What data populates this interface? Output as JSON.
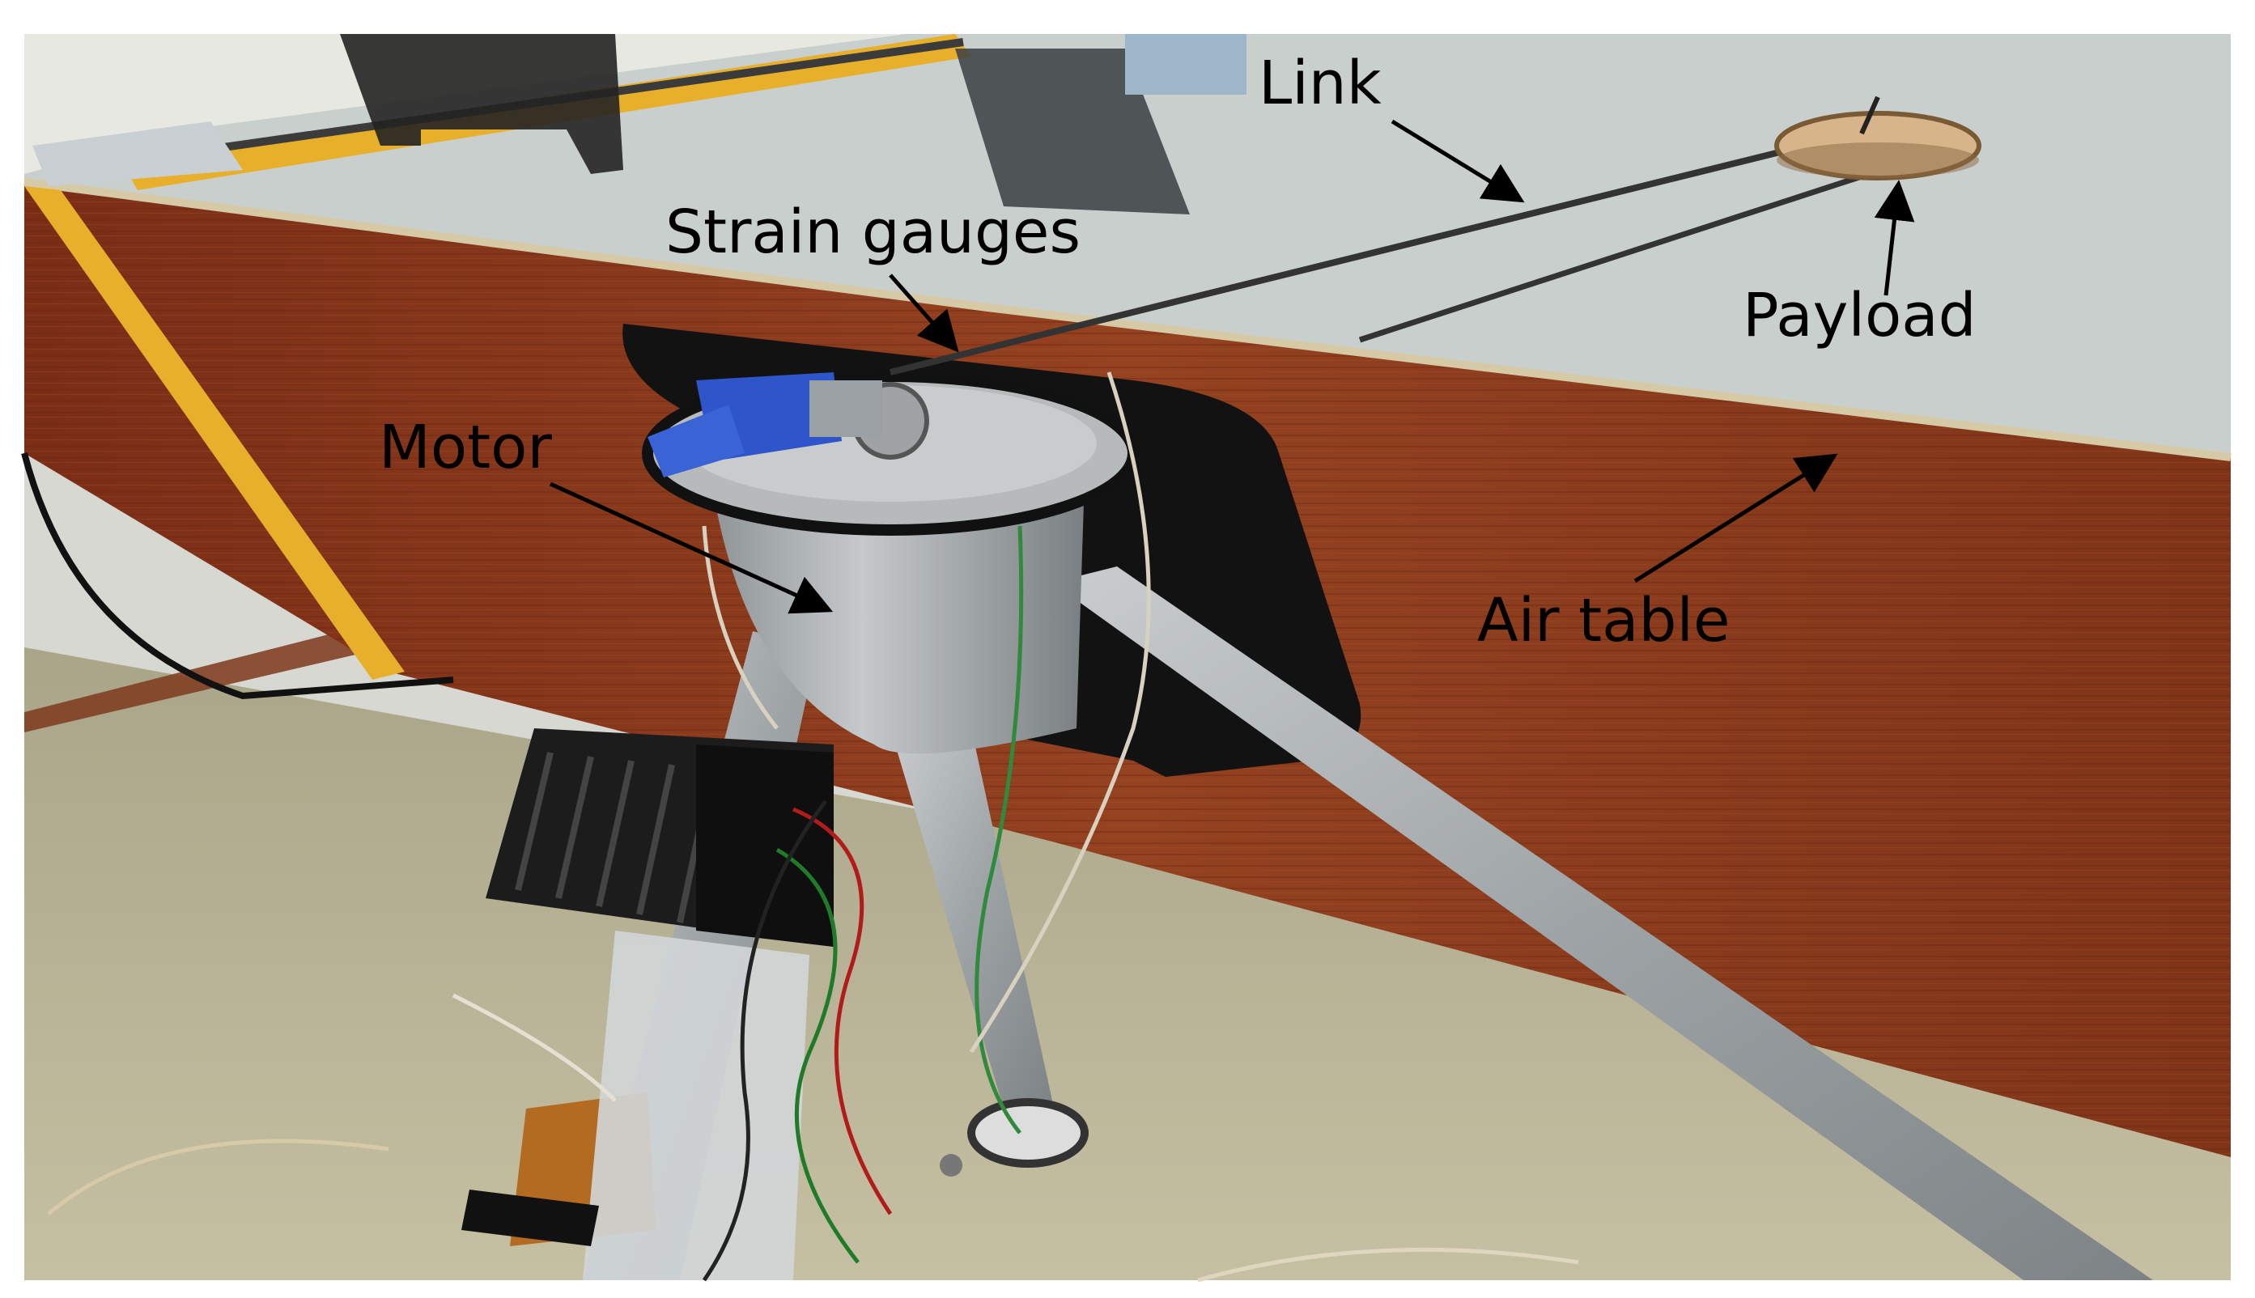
{
  "figure": {
    "labels": {
      "link": "Link",
      "strain_gauges": "Strain gauges",
      "payload": "Payload",
      "motor": "Motor",
      "air_table": "Air table"
    }
  },
  "colors": {
    "background": "#ffffff",
    "table_top": "#c9cfcc",
    "table_side_wood": "#8a3a1f",
    "floor": "#b9b394",
    "wall": "#e8e8e2",
    "yellow_frame": "#e8b02a",
    "aluminium": "#a8acae",
    "heatsink": "#1c1c1c",
    "blue_clamp": "#2e55c9",
    "payload_disc": "#d7b48a",
    "annotation": "#000000"
  }
}
